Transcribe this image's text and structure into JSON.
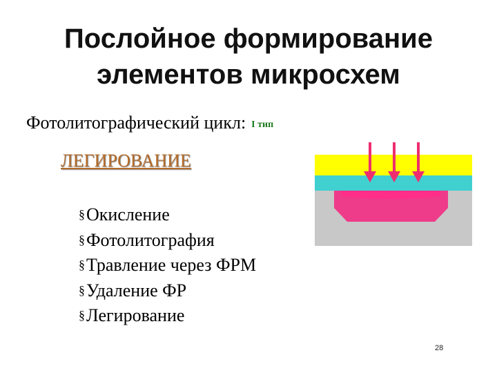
{
  "title": {
    "line1": "Послойное формирование",
    "line2": "элементов микросхем"
  },
  "cycle": {
    "label": "Фотолитографический цикл:",
    "type": "I тип"
  },
  "section_heading": "ЛЕГИРОВАНИЕ",
  "steps": [
    "Окисление",
    "Фотолитография",
    "Травление через ФРМ",
    "Удаление ФР",
    "Легирование"
  ],
  "bullet_symbol": "§",
  "page_number": "28",
  "colors": {
    "substrate": "#c8c8c8",
    "photoresist": "#ffff00",
    "oxide": "#40d0d0",
    "doped_region": "#ee3c8a",
    "doped_region_top": "#ff2e88",
    "arrow": "#ee2e6e",
    "heading": "#b46a28",
    "cycle_type": "#1c7a1c"
  },
  "icons": {
    "arrow": "arrow-down-icon"
  }
}
